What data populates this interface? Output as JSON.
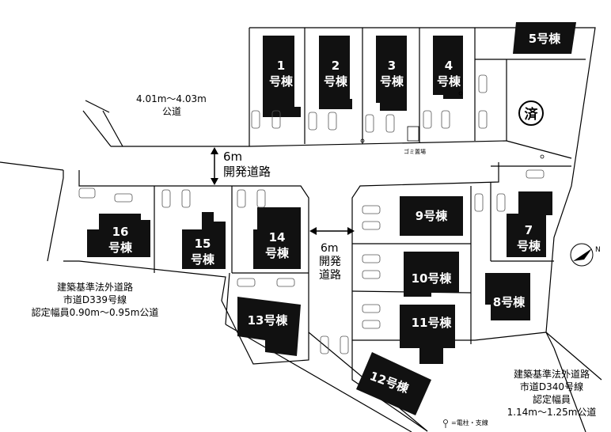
{
  "buildings": {
    "b1": "1",
    "b1s": "号棟",
    "b2": "2",
    "b2s": "号棟",
    "b3": "3",
    "b3s": "号棟",
    "b4": "4",
    "b4s": "号棟",
    "b5": "5号棟",
    "b7": "7",
    "b7s": "号棟",
    "b8": "8号棟",
    "b9": "9号棟",
    "b10": "10号棟",
    "b11": "11号棟",
    "b12": "12号棟",
    "b13": "13号棟",
    "b14": "14",
    "b14s": "号棟",
    "b15": "15",
    "b15s": "号棟",
    "b16": "16",
    "b16s": "号棟"
  },
  "labels": {
    "sold": "済",
    "road_top_width": "4.01m～4.03m",
    "road_top_type": "公道",
    "road_main_width": "6m",
    "road_main_name": "開発道路",
    "road_mid_width": "6m",
    "road_mid_name1": "開発",
    "road_mid_name2": "道路",
    "left_road_1": "建築基準法外道路",
    "left_road_2": "市道D339号線",
    "left_road_3": "認定幅員0.90m～0.95m公道",
    "right_road_1": "建築基準法外道路",
    "right_road_2": "市道D340号線",
    "right_road_3": "認定幅員",
    "right_road_4": "1.14m～1.25m公道",
    "garbage": "ゴミ置場",
    "legend": "=電柱・支線",
    "north": "N"
  }
}
